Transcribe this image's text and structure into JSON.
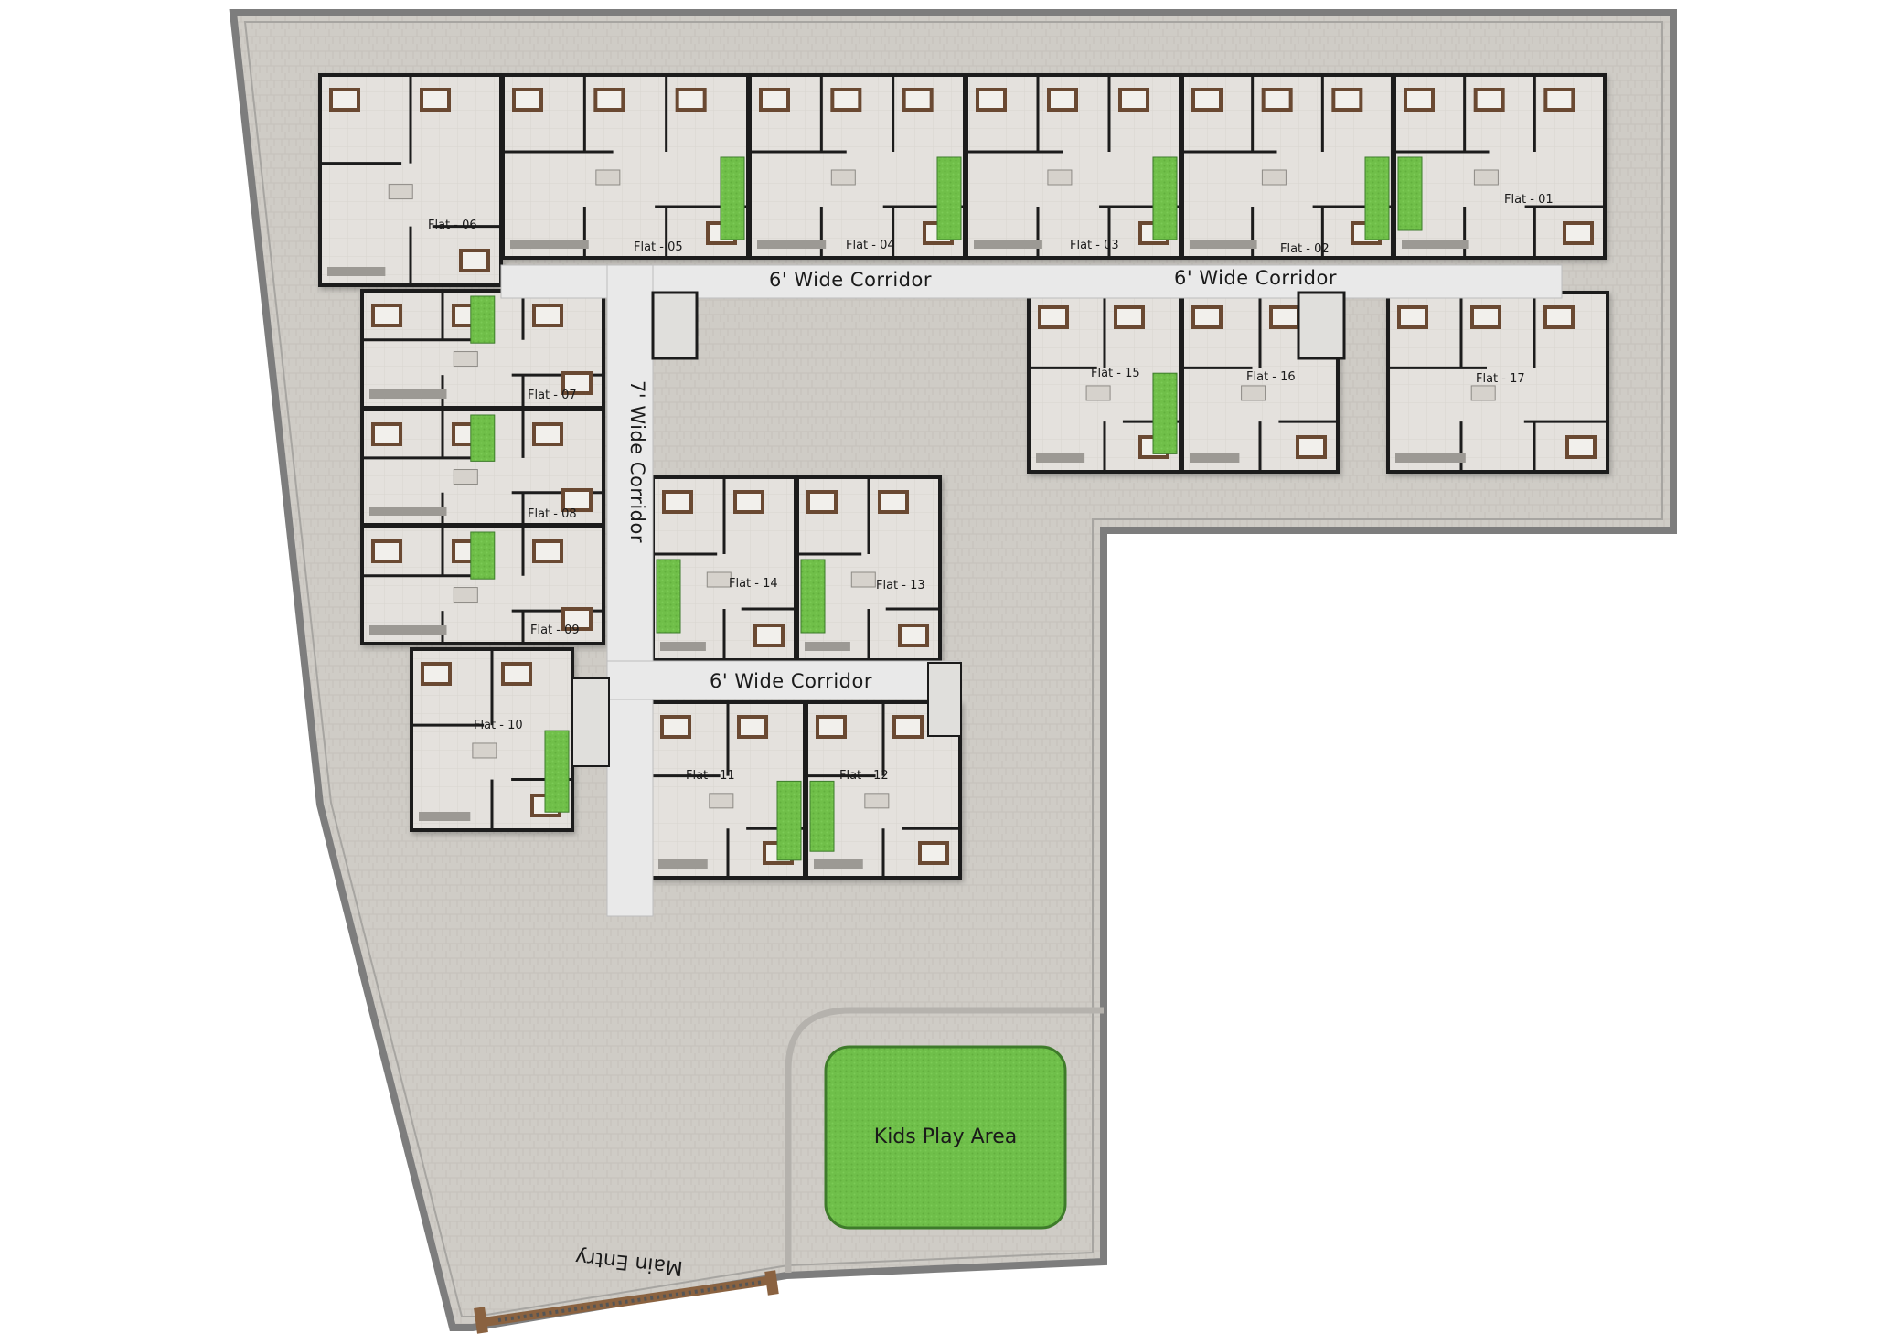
{
  "plan": {
    "flats": [
      {
        "id": "flat-01",
        "label": "Flat - 01"
      },
      {
        "id": "flat-02",
        "label": "Flat - 02"
      },
      {
        "id": "flat-03",
        "label": "Flat - 03"
      },
      {
        "id": "flat-04",
        "label": "Flat - 04"
      },
      {
        "id": "flat-05",
        "label": "Flat - 05"
      },
      {
        "id": "flat-06",
        "label": "Flat - 06"
      },
      {
        "id": "flat-07",
        "label": "Flat - 07"
      },
      {
        "id": "flat-08",
        "label": "Flat - 08"
      },
      {
        "id": "flat-09",
        "label": "Flat - 09"
      },
      {
        "id": "flat-10",
        "label": "Flat - 10"
      },
      {
        "id": "flat-11",
        "label": "Flat - 11"
      },
      {
        "id": "flat-12",
        "label": "Flat - 12"
      },
      {
        "id": "flat-13",
        "label": "Flat - 13"
      },
      {
        "id": "flat-14",
        "label": "Flat - 14"
      },
      {
        "id": "flat-15",
        "label": "Flat - 15"
      },
      {
        "id": "flat-16",
        "label": "Flat - 16"
      },
      {
        "id": "flat-17",
        "label": "Flat - 17"
      }
    ],
    "corridors": [
      {
        "id": "corridor-top-left",
        "label": "6' Wide Corridor"
      },
      {
        "id": "corridor-top-right",
        "label": "6' Wide Corridor"
      },
      {
        "id": "corridor-vertical",
        "label": "7' Wide Corridor"
      },
      {
        "id": "corridor-middle",
        "label": "6' Wide Corridor"
      }
    ],
    "kids_play_area": "Kids Play Area",
    "main_entry": "Main Entry",
    "colors": {
      "paving": "#cfccc6",
      "boundary_wall": "#7d7d7d",
      "floor": "#e4e1dd",
      "corridor": "#e9e9e9",
      "wall": "#1b1b1b",
      "lawn": "#6fbf4a",
      "lawn_border": "#3e7b2a",
      "bed_wood": "#6b4a33",
      "bed_linen": "#f2f0ec",
      "gate": "#8a6240"
    }
  }
}
